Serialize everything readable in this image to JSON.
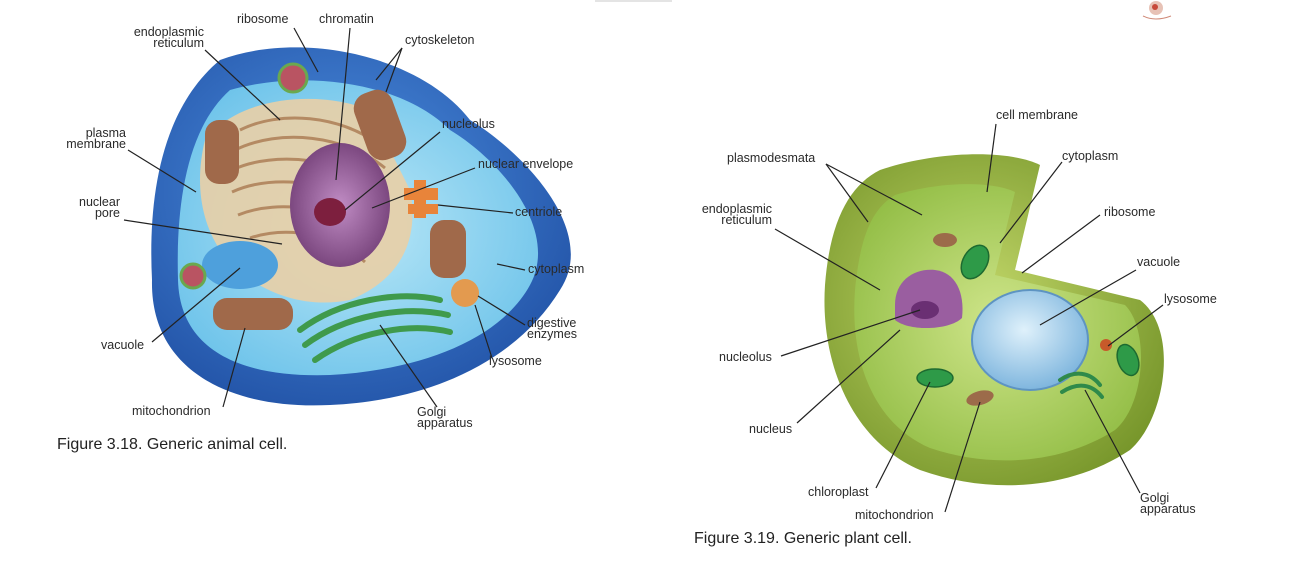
{
  "animal_cell": {
    "caption": "Figure 3.18. Generic animal cell.",
    "labels": {
      "ribosome": "ribosome",
      "chromatin": "chromatin",
      "er_line1": "endoplasmic",
      "er_line2": "reticulum",
      "cytoskeleton": "cytoskeleton",
      "plasma_line1": "plasma",
      "plasma_line2": "membrane",
      "nucleolus": "nucleolus",
      "nuclear_envelope": "nuclear envelope",
      "pore_line1": "nuclear",
      "pore_line2": "pore",
      "centriole": "centriole",
      "cytoplasm": "cytoplasm",
      "digestive_line1": "digestive",
      "digestive_line2": "enzymes",
      "vacuole": "vacuole",
      "lysosome": "lysosome",
      "mitochondrion": "mitochondrion",
      "golgi_line1": "Golgi",
      "golgi_line2": "apparatus"
    }
  },
  "plant_cell": {
    "caption": "Figure 3.19. Generic plant cell.",
    "labels": {
      "cell_membrane": "cell membrane",
      "plasmodesmata": "plasmodesmata",
      "cytoplasm": "cytoplasm",
      "er_line1": "endoplasmic",
      "er_line2": "reticulum",
      "ribosome": "ribosome",
      "vacuole": "vacuole",
      "lysosome": "lysosome",
      "nucleolus": "nucleolus",
      "nucleus": "nucleus",
      "chloroplast": "chloroplast",
      "mitochondrion": "mitochondrion",
      "golgi_line1": "Golgi",
      "golgi_line2": "apparatus"
    }
  },
  "colors": {
    "animal_membrane": "#2f6fc4",
    "animal_cytoplasm": "#8fd3f0",
    "nucleus_purple": "#8a4f8e",
    "golgi_green": "#3f9a4c",
    "mitochondria_brown": "#a0694a",
    "plant_wall": "#8fae3a",
    "plant_cytoplasm": "#b8d96b",
    "plant_vacuole": "#9ccbea",
    "centriole_orange": "#e8843a"
  }
}
